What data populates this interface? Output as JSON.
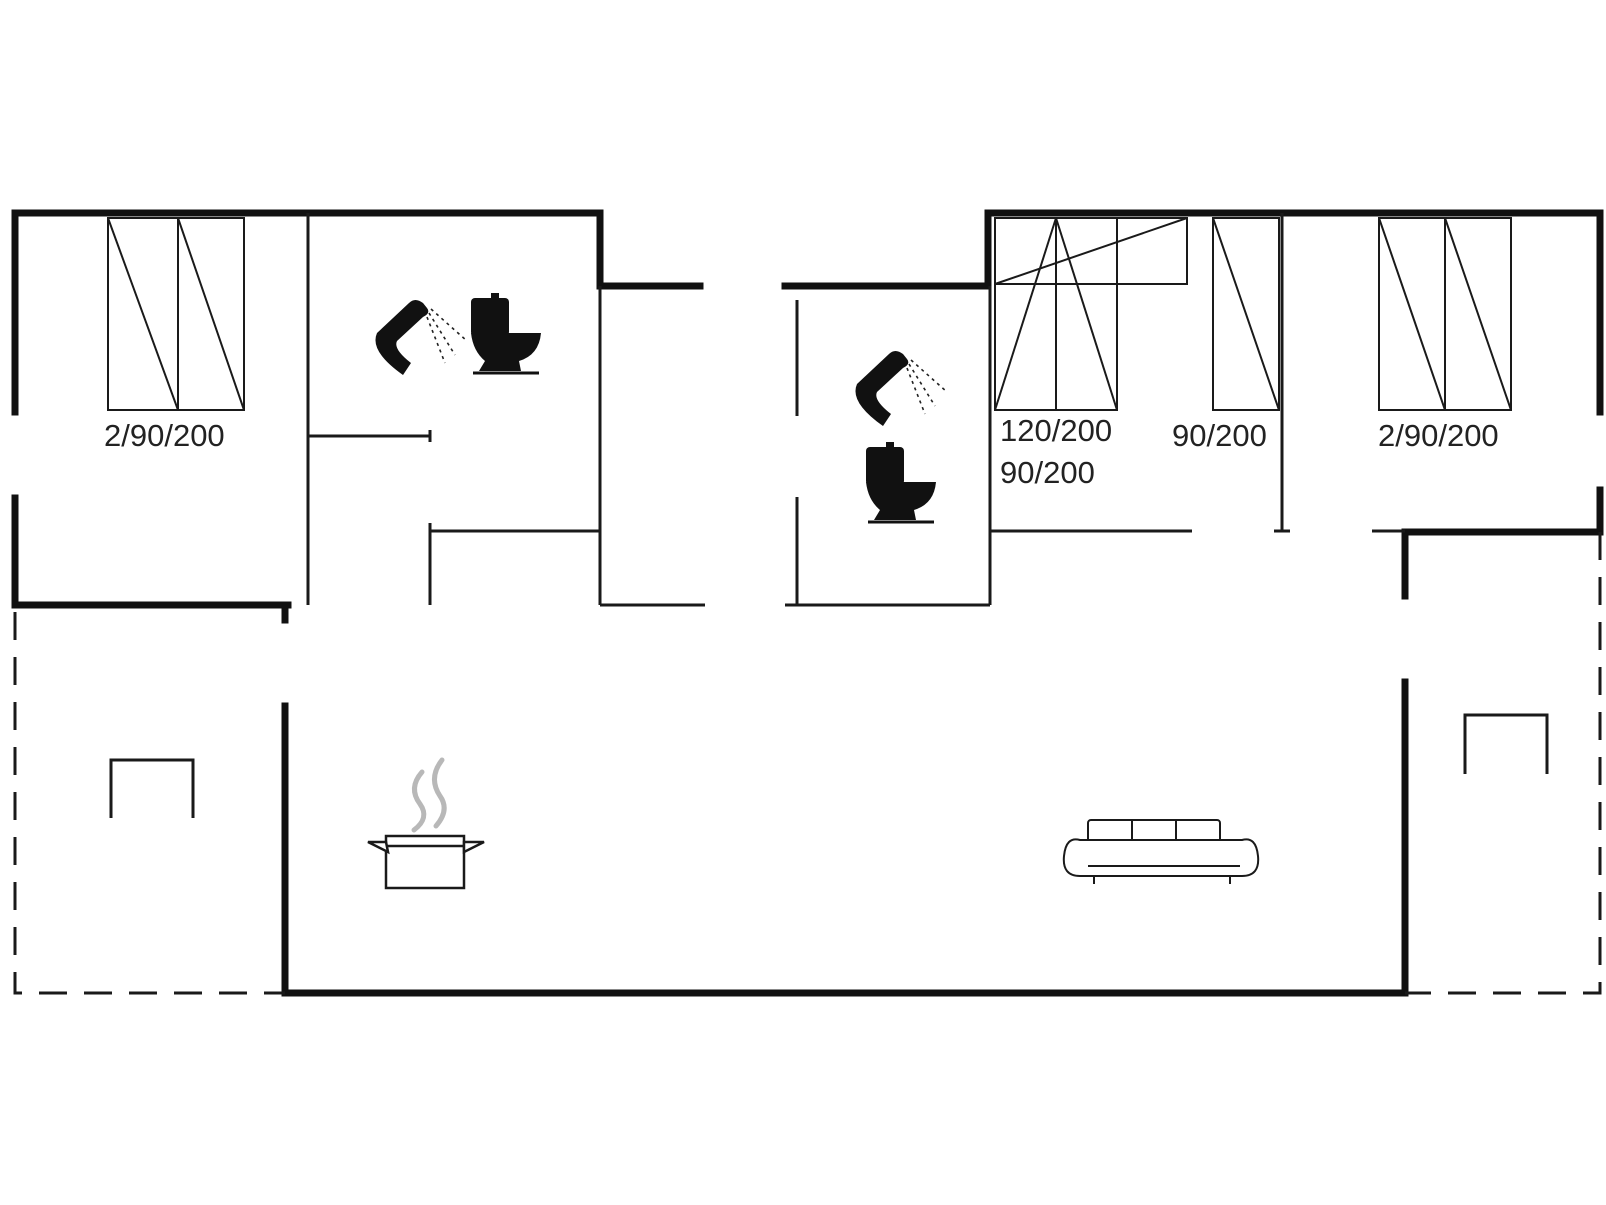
{
  "colors": {
    "wall": "#111111",
    "line": "#1a1a1a",
    "label": "#222222",
    "steam": "#b8b8b8",
    "background": "#ffffff"
  },
  "icons": [
    "shower-icon",
    "toilet-icon",
    "bed-icon",
    "pot-icon",
    "sofa-icon",
    "table-icon"
  ],
  "bed_labels": {
    "west_bedroom": "2/90/200",
    "middle_bedroom_double": "120/200",
    "middle_bedroom_single": "90/200",
    "small_bedroom": "90/200",
    "east_bedroom": "2/90/200"
  }
}
